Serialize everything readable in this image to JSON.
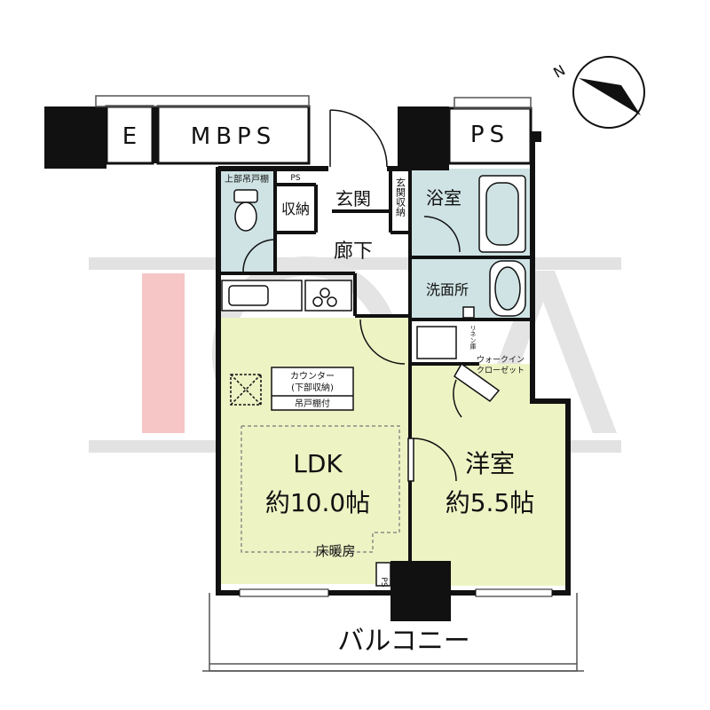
{
  "units": {
    "e": "E",
    "mbps": "MBPS",
    "ps_top": "PS",
    "ps_small_top": "PS",
    "ps_bottom": "PS"
  },
  "rooms": {
    "genkan": "玄関",
    "genkan_storage": "玄関収納",
    "shuno": "収納",
    "joubu_todana": "上部吊戸棚",
    "bathroom": "浴室",
    "corridor": "廊下",
    "washroom": "洗面所",
    "linen": "リネン庫",
    "walk_in_closet_line1": "ウォークイン",
    "walk_in_closet_line2": "クローゼット",
    "counter_line1": "カウンター",
    "counter_line2": "(下部収納)",
    "counter_line3": "吊戸棚付",
    "ldk_name": "LDK",
    "ldk_size": "約10.0帖",
    "floor_heating": "床暖房",
    "western_name": "洋室",
    "western_size": "約5.5帖",
    "balcony": "バルコニー"
  },
  "compass": {
    "label": "N"
  },
  "watermark": {
    "text": "IOA"
  },
  "colors": {
    "wet_area": "#cfe3e4",
    "living": "#eef3c4",
    "wall": "#111111",
    "white": "#ffffff",
    "watermark_red": "#f2c0c0",
    "watermark_gray": "#e2e2e2"
  }
}
